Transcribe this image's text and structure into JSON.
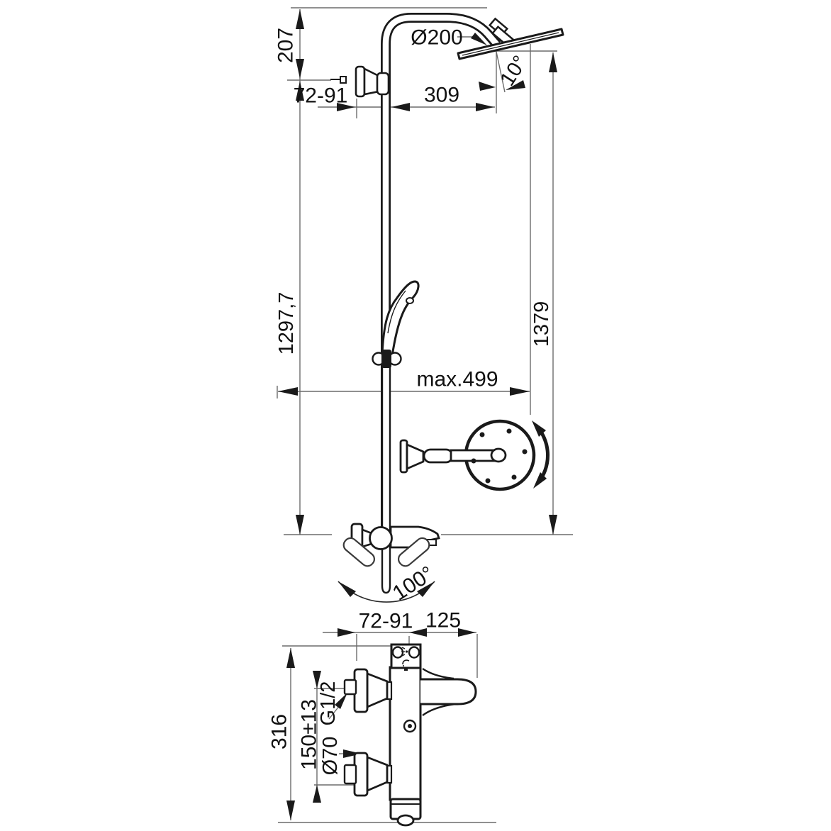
{
  "drawing": {
    "title": "Shower system dimensional drawing",
    "upper_view": {
      "labels": {
        "height_207": "207",
        "head_diameter": "Ø200",
        "head_angle": "10°",
        "wall_offset": "72-91",
        "arm_reach": "309",
        "riser_height": "1297,7",
        "total_height": "1379",
        "max_reach": "max.499",
        "swivel_angle": "100°"
      }
    },
    "lower_view": {
      "labels": {
        "wall_offset": "72-91",
        "spout_length": "125",
        "body_length": "316",
        "inlet_spacing": "150±13",
        "thread_size": "G1/2",
        "rosette_diameter": "Ø70"
      }
    },
    "colors": {
      "line": "#1a1a1a",
      "dimension": "#6b6b6b",
      "background": "#ffffff"
    }
  }
}
